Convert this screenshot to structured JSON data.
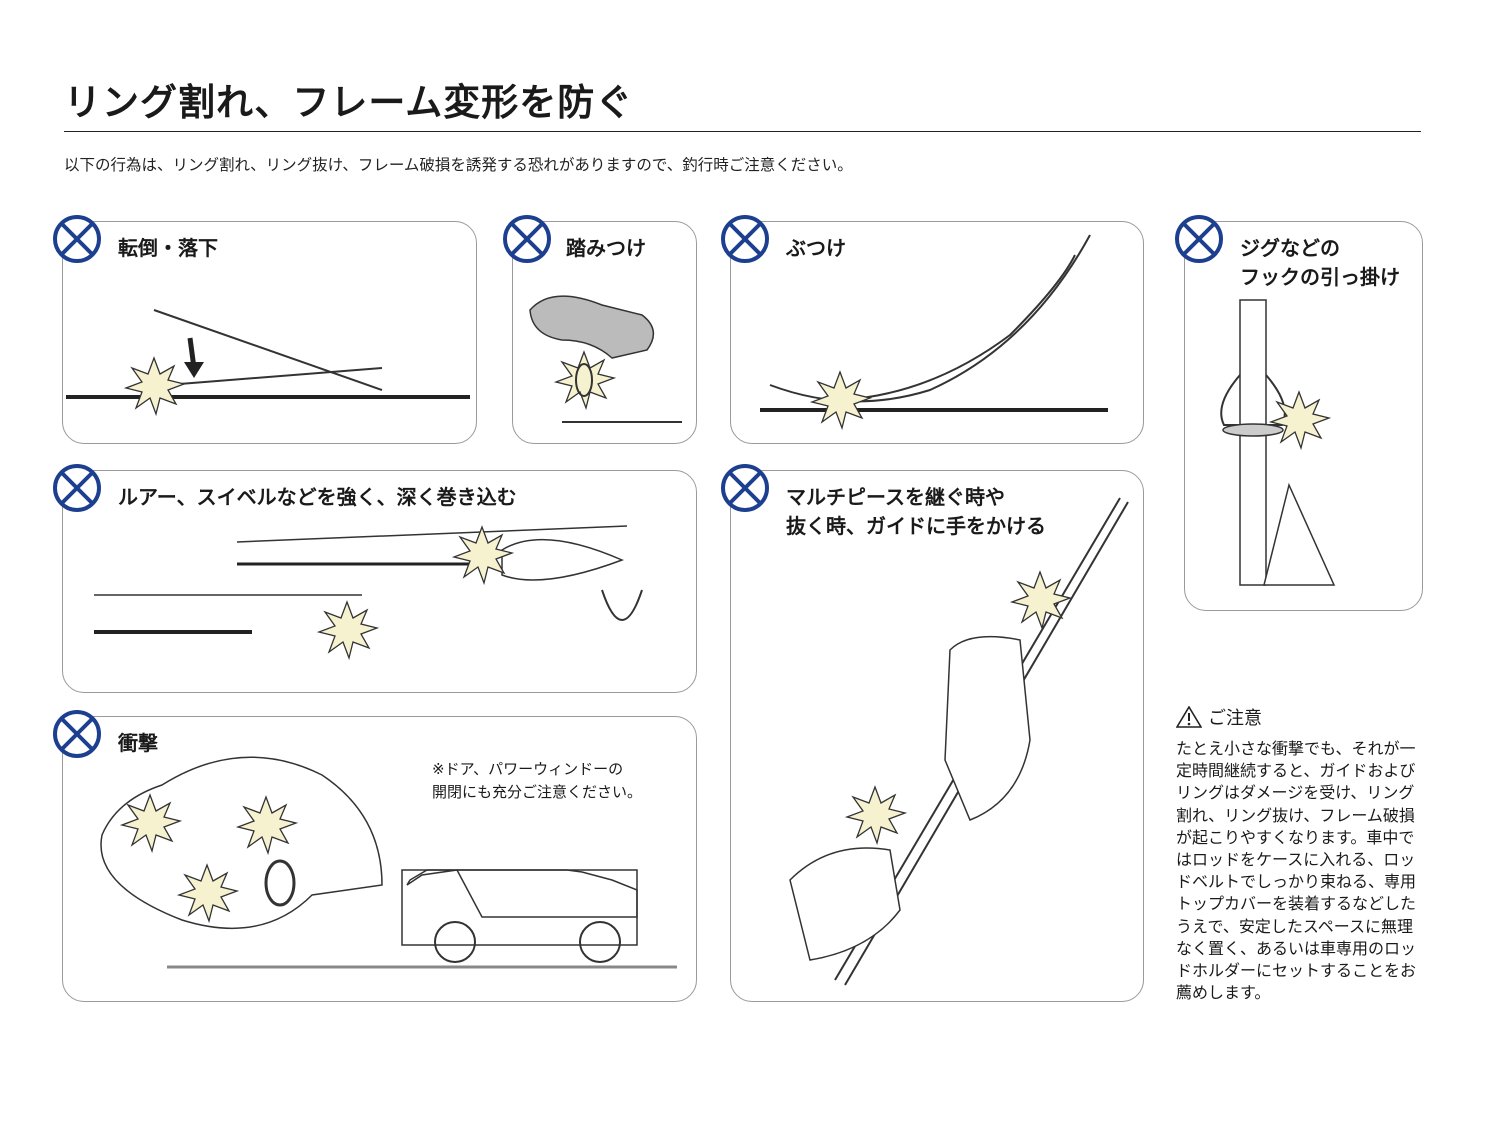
{
  "title": "リング割れ、フレーム変形を防ぐ",
  "subtitle": "以下の行為は、リング割れ、リング抜け、フレーム破損を誘発する恐れがありますので、釣行時ご注意ください。",
  "icons": {
    "prohibited": "prohibited-icon",
    "caution": "warning-triangle-icon"
  },
  "colors": {
    "prohibited": "#1d3f8f",
    "impact": "#f6f2cf"
  },
  "panels": {
    "fall": "転倒・落下",
    "step": "踏みつけ",
    "bump": "ぶつけ",
    "hook": "ジグなどの\nフックの引っ掛け",
    "reel": "ルアー、スイベルなどを強く、深く巻き込む",
    "multi": "マルチピースを継ぐ時や\n抜く時、ガイドに手をかける",
    "impact": "衝撃"
  },
  "impact_note": "※ドア、パワーウィンドーの\n開閉にも充分ご注意ください。",
  "caution": {
    "title": "ご注意",
    "body": "たとえ小さな衝撃でも、それが一定時間継続すると、ガイドおよびリングはダメージを受け、リング割れ、リング抜け、フレーム破損が起こりやすくなります。車中ではロッドをケースに入れる、ロッドベルトでしっかり束ねる、専用トップカバーを装着するなどしたうえで、安定したスペースに無理なく置く、あるいは車専用のロッドホルダーにセットすることをお薦めします。"
  }
}
